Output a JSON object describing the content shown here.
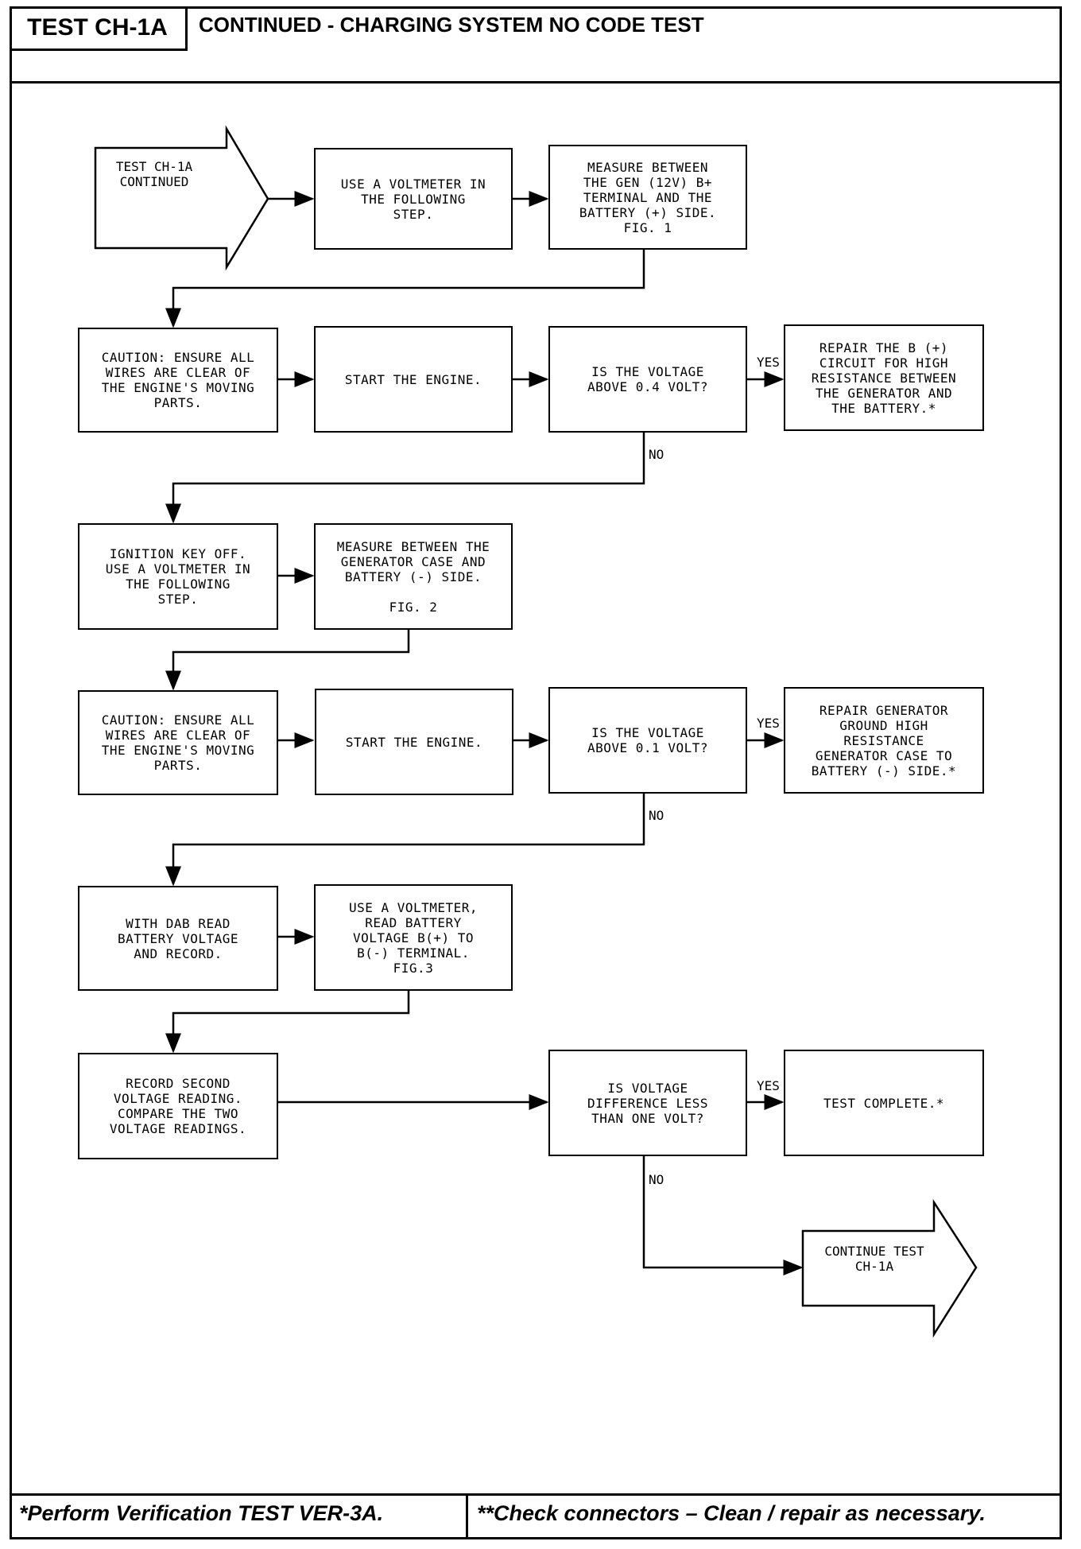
{
  "header": {
    "code": "TEST CH-1A",
    "title": "CONTINUED -  CHARGING SYSTEM NO CODE TEST"
  },
  "footer": {
    "left": "*Perform Verification TEST VER-3A.",
    "right": "**Check connectors – Clean / repair as necessary."
  },
  "flow": {
    "start": "TEST CH-1A\nCONTINUED",
    "s1": "USE A VOLTMETER IN\nTHE FOLLOWING\nSTEP.",
    "s2": "MEASURE BETWEEN\nTHE GEN (12V) B+\nTERMINAL AND THE\nBATTERY (+) SIDE.\nFIG. 1",
    "s3": "CAUTION: ENSURE ALL\nWIRES ARE CLEAR OF\nTHE ENGINE'S MOVING\nPARTS.",
    "s4": "START THE ENGINE.",
    "q1": "IS THE VOLTAGE\nABOVE 0.4 VOLT?",
    "r1": "REPAIR THE B (+)\nCIRCUIT FOR HIGH\nRESISTANCE BETWEEN\nTHE GENERATOR AND\nTHE BATTERY.*",
    "s5": "IGNITION KEY OFF.\nUSE A VOLTMETER IN\nTHE FOLLOWING\nSTEP.",
    "s6": "MEASURE BETWEEN THE\nGENERATOR CASE AND\nBATTERY (-) SIDE.\n\nFIG. 2",
    "s7": "CAUTION: ENSURE ALL\nWIRES ARE CLEAR OF\nTHE ENGINE'S MOVING\nPARTS.",
    "s8": "START THE ENGINE.",
    "q2": "IS THE VOLTAGE\nABOVE 0.1 VOLT?",
    "r2": "REPAIR GENERATOR\nGROUND HIGH\nRESISTANCE\nGENERATOR CASE TO\nBATTERY (-) SIDE.*",
    "s9": "WITH DAB READ\nBATTERY VOLTAGE\nAND RECORD.",
    "s10": "USE A VOLTMETER,\nREAD BATTERY\nVOLTAGE B(+) TO\nB(-) TERMINAL.\nFIG.3",
    "s11": "RECORD SECOND\nVOLTAGE READING.\nCOMPARE THE TWO\nVOLTAGE READINGS.",
    "q3": "IS VOLTAGE\nDIFFERENCE LESS\nTHAN ONE VOLT?",
    "r3": "TEST COMPLETE.*",
    "end": "CONTINUE TEST\nCH-1A",
    "yes": "YES",
    "no": "NO"
  }
}
